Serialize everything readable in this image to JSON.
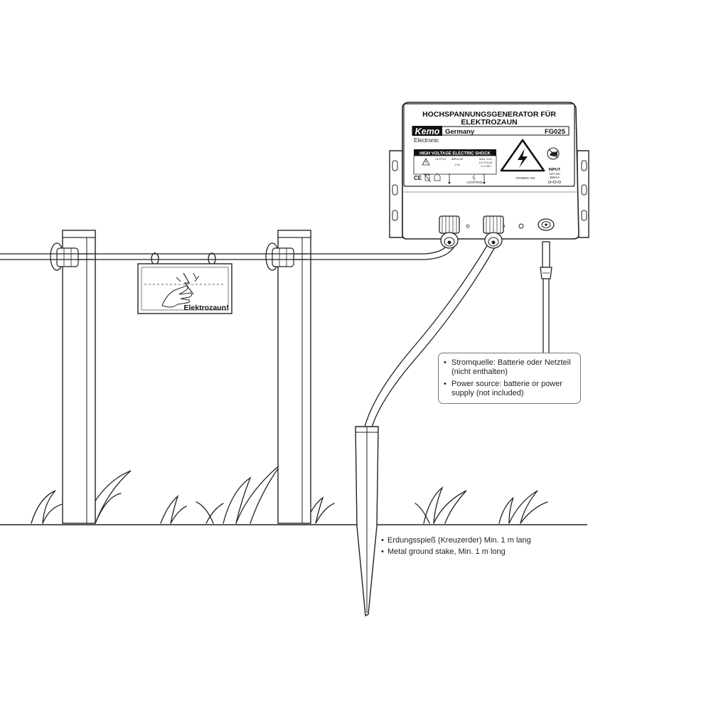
{
  "device": {
    "title_line1": "HOCHSPANNUNGSGENERATOR FÜR",
    "title_line2": "ELEKTROZAUN",
    "brand": "Kemo",
    "brand_sub": "Electronic",
    "country": "Germany",
    "model": "FG025",
    "warning_banner": "HIGH VOLTAGE ELECTRIC SHOCK",
    "panel_labels": {
      "output": "OUTPUT",
      "impulse": "IMPULSE",
      "max": "MAX. 3 kV",
      "cycle": "1/2 CYCLE",
      "tiny": "1 Hz",
      "tiny2": "~1.2 SEC",
      "control": "CONTROL",
      "power_on": "POWER ON",
      "ce": "CE",
      "input": "INPUT",
      "input_v": "12V DC",
      "input_a": "350mA"
    }
  },
  "sign": {
    "text": "Elektrozaun!"
  },
  "callouts": {
    "power": [
      "Stromquelle: Batterie oder Netzteil (nicht enthalten)",
      "Power source: batterie or power supply (not included)"
    ],
    "ground": [
      "Erdungsspieß (Kreuzerder) Min. 1 m lang",
      "Metal ground stake, Min. 1 m long"
    ]
  },
  "icons": [
    "hazard-triangle-icon",
    "lightning-bolt-icon",
    "no-animal-icon",
    "ce-mark-icon",
    "weee-bin-icon",
    "hand-shock-icon"
  ]
}
